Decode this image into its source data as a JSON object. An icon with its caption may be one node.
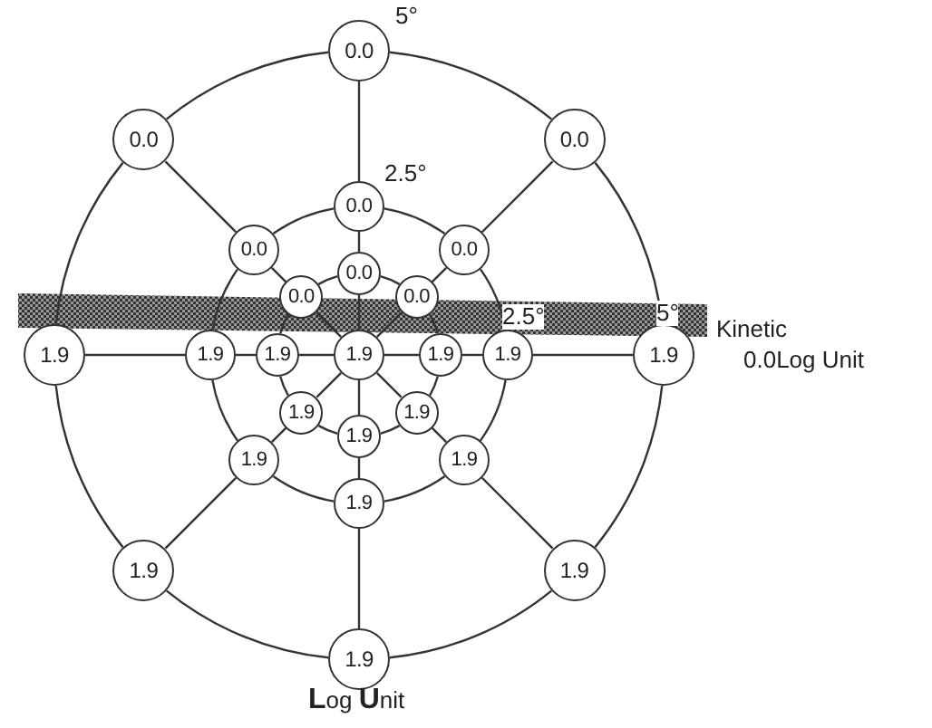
{
  "diagram": {
    "nodes": [
      {
        "text": [
          "0.0"
        ]
      },
      {
        "text": [
          "0.0"
        ]
      },
      {
        "text": [
          "1.9"
        ]
      },
      {
        "text": [
          "1.9"
        ]
      },
      {
        "text": [
          "1.9"
        ]
      },
      {
        "text": [
          "1.9"
        ]
      },
      {
        "text": [
          "1.9"
        ]
      },
      {
        "text": [
          "0.0"
        ]
      },
      {
        "text": [
          "0.0"
        ]
      },
      {
        "text": [
          "0.0"
        ]
      },
      {
        "text": [
          "1.9"
        ]
      },
      {
        "text": [
          "1.9"
        ]
      },
      {
        "text": [
          "1.9"
        ]
      },
      {
        "text": [
          "1.9"
        ]
      },
      {
        "text": [
          "1.9"
        ]
      },
      {
        "text": [
          "0.0"
        ]
      },
      {
        "text": [
          "0.0"
        ]
      },
      {
        "text": [
          "0.0"
        ]
      },
      {
        "text": [
          "1.9"
        ]
      },
      {
        "text": [
          "1.9"
        ]
      },
      {
        "text": [
          "1.9"
        ]
      },
      {
        "text": [
          "1.9"
        ]
      },
      {
        "text": [
          "1.9"
        ]
      },
      {
        "text": [
          "0.0"
        ]
      },
      {
        "text": [
          "1.9"
        ]
      }
    ],
    "edges": [
      {
        "from": 0,
        "to": 1,
        "arrow": "none"
      },
      {
        "from": 1,
        "to": 2,
        "arrow": "none"
      },
      {
        "from": 2,
        "to": 3,
        "arrow": "none"
      },
      {
        "from": 3,
        "to": 4,
        "arrow": "none"
      },
      {
        "from": 4,
        "to": 5,
        "arrow": "none"
      },
      {
        "from": 5,
        "to": 6,
        "arrow": "none"
      },
      {
        "from": 6,
        "to": 7,
        "arrow": "none"
      },
      {
        "from": 7,
        "to": 0,
        "arrow": "none"
      },
      {
        "from": 8,
        "to": 9,
        "arrow": "none"
      },
      {
        "from": 9,
        "to": 10,
        "arrow": "none"
      },
      {
        "from": 10,
        "to": 11,
        "arrow": "none"
      },
      {
        "from": 11,
        "to": 12,
        "arrow": "none"
      },
      {
        "from": 12,
        "to": 13,
        "arrow": "none"
      },
      {
        "from": 13,
        "to": 14,
        "arrow": "none"
      },
      {
        "from": 14,
        "to": 15,
        "arrow": "none"
      },
      {
        "from": 15,
        "to": 8,
        "arrow": "none"
      },
      {
        "from": 16,
        "to": 17,
        "arrow": "none"
      },
      {
        "from": 17,
        "to": 18,
        "arrow": "none"
      },
      {
        "from": 18,
        "to": 19,
        "arrow": "none"
      },
      {
        "from": 19,
        "to": 20,
        "arrow": "none"
      },
      {
        "from": 20,
        "to": 21,
        "arrow": "none"
      },
      {
        "from": 21,
        "to": 22,
        "arrow": "none"
      },
      {
        "from": 22,
        "to": 23,
        "arrow": "none"
      },
      {
        "from": 23,
        "to": 16,
        "arrow": "none"
      },
      {
        "from": 0,
        "to": 8,
        "arrow": "none"
      },
      {
        "from": 1,
        "to": 9,
        "arrow": "none"
      },
      {
        "from": 2,
        "to": 10,
        "arrow": "none"
      },
      {
        "from": 3,
        "to": 11,
        "arrow": "none"
      },
      {
        "from": 4,
        "to": 12,
        "arrow": "none"
      },
      {
        "from": 5,
        "to": 13,
        "arrow": "none"
      },
      {
        "from": 6,
        "to": 14,
        "arrow": "none"
      },
      {
        "from": 7,
        "to": 15,
        "arrow": "none"
      },
      {
        "from": 8,
        "to": 16,
        "arrow": "none"
      },
      {
        "from": 9,
        "to": 17,
        "arrow": "none"
      },
      {
        "from": 10,
        "to": 18,
        "arrow": "none"
      },
      {
        "from": 11,
        "to": 19,
        "arrow": "none"
      },
      {
        "from": 12,
        "to": 20,
        "arrow": "none"
      },
      {
        "from": 13,
        "to": 21,
        "arrow": "none"
      },
      {
        "from": 14,
        "to": 22,
        "arrow": "none"
      },
      {
        "from": 15,
        "to": 23,
        "arrow": "none"
      },
      {
        "from": 16,
        "to": 24,
        "arrow": "none"
      },
      {
        "from": 17,
        "to": 24,
        "arrow": "none"
      },
      {
        "from": 18,
        "to": 24,
        "arrow": "none"
      },
      {
        "from": 19,
        "to": 24,
        "arrow": "none"
      },
      {
        "from": 20,
        "to": 24,
        "arrow": "none"
      },
      {
        "from": 21,
        "to": 24,
        "arrow": "none"
      },
      {
        "from": 22,
        "to": 24,
        "arrow": "none"
      },
      {
        "from": 23,
        "to": 24,
        "arrow": "none"
      }
    ],
    "labels": [
      "5°",
      "2.5°",
      "2.5°",
      "5°",
      "Kinetic",
      "0.0Log Unit",
      "**L**og **U**nit"
    ]
  }
}
